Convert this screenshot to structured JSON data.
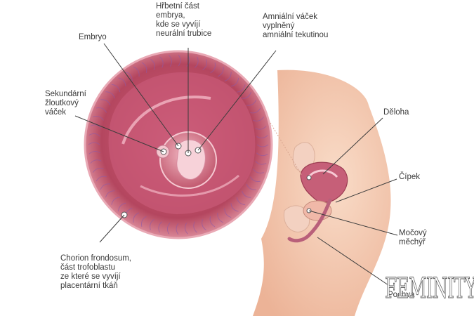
{
  "labels": {
    "embryo": "Embryo",
    "dorsal": "Hřbetní část\nembrya,\nkde se vyvíjí\nneurální trubice",
    "amniotic": "Amniální váček\nvyplněný\namniální tekutinou",
    "yolk_sac": "Sekundární\nžloutkový\nváček",
    "chorion": "Chorion frondosum,\nčást trofoblastu\nze které se vyvíjí\nplacentární tkáň",
    "uterus": "Děloha",
    "cervix": "Čípek",
    "bladder": "Močový\nměchýř",
    "vagina": "Pochva"
  },
  "watermark": "FEMINITY",
  "colors": {
    "skin": "#f4cdb6",
    "tissue": "#b8485e",
    "outline": "#3c3c3c"
  }
}
